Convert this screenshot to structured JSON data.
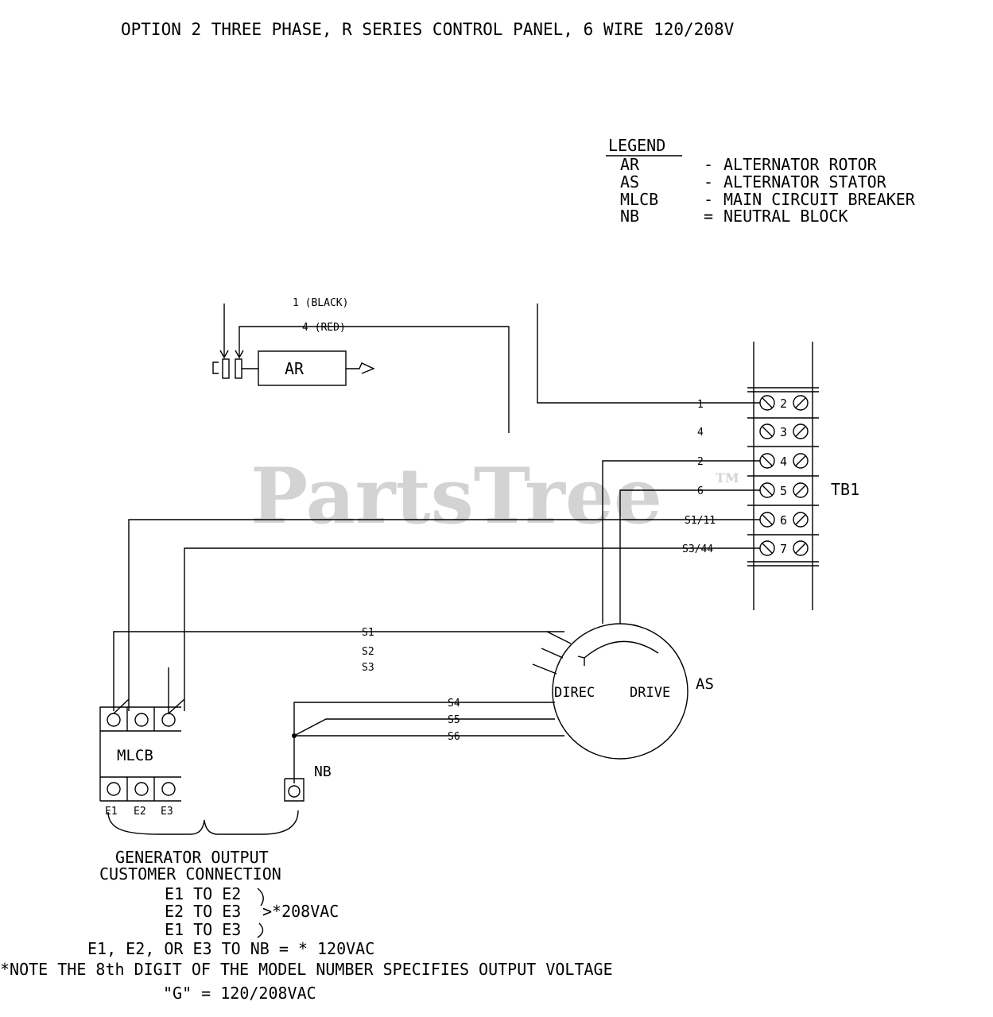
{
  "title": "OPTION 2 THREE PHASE, R SERIES CONTROL PANEL, 6 WIRE 120/208V",
  "watermark": {
    "text": "PartsTree",
    "tm": "TM"
  },
  "legend": {
    "heading": "LEGEND",
    "items": [
      {
        "code": "AR",
        "sep": "-",
        "desc": "ALTERNATOR ROTOR"
      },
      {
        "code": "AS",
        "sep": "-",
        "desc": "ALTERNATOR STATOR"
      },
      {
        "code": "MLCB",
        "sep": "-",
        "desc": "MAIN CIRCUIT BREAKER"
      },
      {
        "code": "NB",
        "sep": "=",
        "desc": "NEUTRAL BLOCK"
      }
    ]
  },
  "rotor": {
    "label": "AR",
    "wire_black": "1 (BLACK)",
    "wire_red": "4 (RED)"
  },
  "terminal_block": {
    "label": "TB1",
    "terminals": [
      {
        "number": "2",
        "wire": "1"
      },
      {
        "number": "3",
        "wire": "4"
      },
      {
        "number": "4",
        "wire": "2"
      },
      {
        "number": "5",
        "wire": "6"
      },
      {
        "number": "6",
        "wire": "S1/11"
      },
      {
        "number": "7",
        "wire": "S3/44"
      }
    ]
  },
  "stator": {
    "label": "AS",
    "text_left": "DIREC",
    "text_right": "DRIVE",
    "wires": [
      "S1",
      "S2",
      "S3",
      "S4",
      "S5",
      "S6"
    ]
  },
  "breaker": {
    "label": "MLCB",
    "terminals": [
      "E1",
      "E2",
      "E3"
    ]
  },
  "neutral_block": {
    "label": "NB"
  },
  "output": {
    "title_line1": "GENERATOR OUTPUT",
    "title_line2": "CUSTOMER CONNECTION",
    "pairs": [
      "E1 TO E2",
      "E2 TO E3",
      "E1 TO E3"
    ],
    "pair_voltage": ">*208VAC",
    "neutral_line": "E1, E2, OR E3 TO NB = * 120VAC",
    "note": "*NOTE THE 8th DIGIT OF THE MODEL NUMBER SPECIFIES OUTPUT VOLTAGE",
    "code_line": "\"G\" = 120/208VAC"
  },
  "colors": {
    "ink": "#000000",
    "watermark": "#d3d3d3",
    "background": "#ffffff"
  }
}
